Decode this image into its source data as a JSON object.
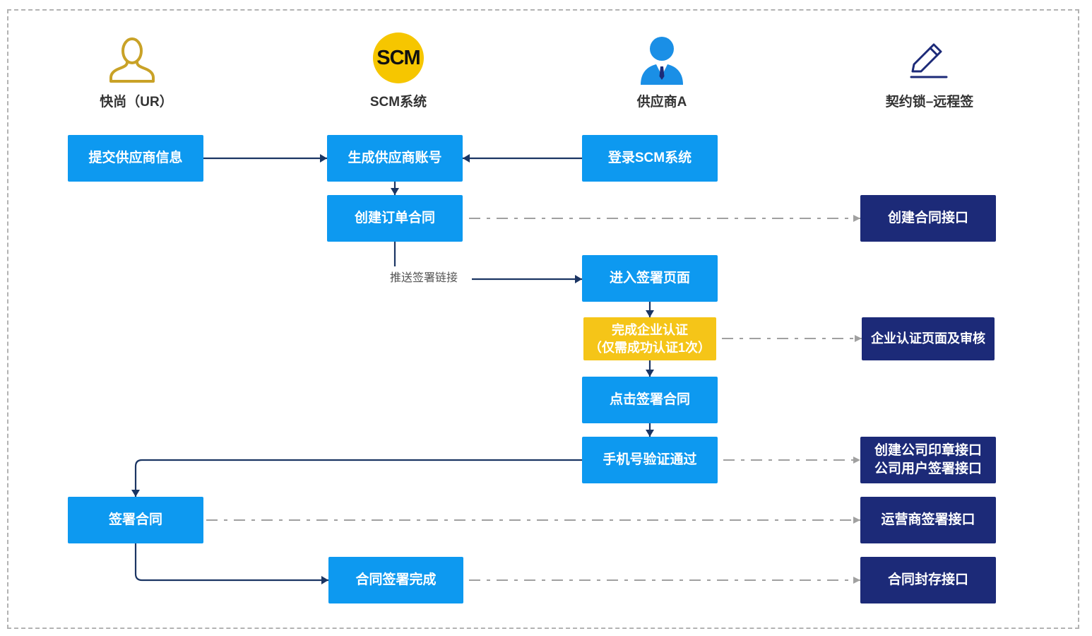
{
  "lanes": [
    {
      "title": "快尚（UR）",
      "icon": "user-outline-icon"
    },
    {
      "title": "SCM系统",
      "icon": "scm-logo-icon",
      "badge": "SCM"
    },
    {
      "title": "供应商A",
      "icon": "supplier-avatar-icon"
    },
    {
      "title": "契约锁–远程签",
      "icon": "pen-icon"
    }
  ],
  "nodes": {
    "submit_supplier_info": "提交供应商信息",
    "generate_supplier_account": "生成供应商账号",
    "login_scm": "登录SCM系统",
    "create_order_contract": "创建订单合同",
    "create_contract_api": "创建合同接口",
    "enter_sign_page": "进入签署页面",
    "complete_enterprise_cert": [
      "完成企业认证",
      "（仅需成功认证1次）"
    ],
    "enterprise_cert_page_review": "企业认证页面及审核",
    "click_sign_contract": "点击签署合同",
    "phone_verified": "手机号验证通过",
    "seal_and_user_sign_api": [
      "创建公司印章接口",
      "公司用户签署接口"
    ],
    "sign_contract": "签署合同",
    "operator_sign_api": "运营商签署接口",
    "contract_signed": "合同签署完成",
    "contract_archive_api": "合同封存接口"
  },
  "edge_labels": {
    "push_sign_link": "推送签署链接"
  },
  "colors": {
    "process_blue": "#0d99f0",
    "api_navy": "#1c2a78",
    "highlight_yellow": "#f5c518",
    "flow_arrow": "#1b3563",
    "api_arrow": "#a0a0a0",
    "icon_gold": "#c9a227",
    "scm_badge": "#f6c600"
  }
}
